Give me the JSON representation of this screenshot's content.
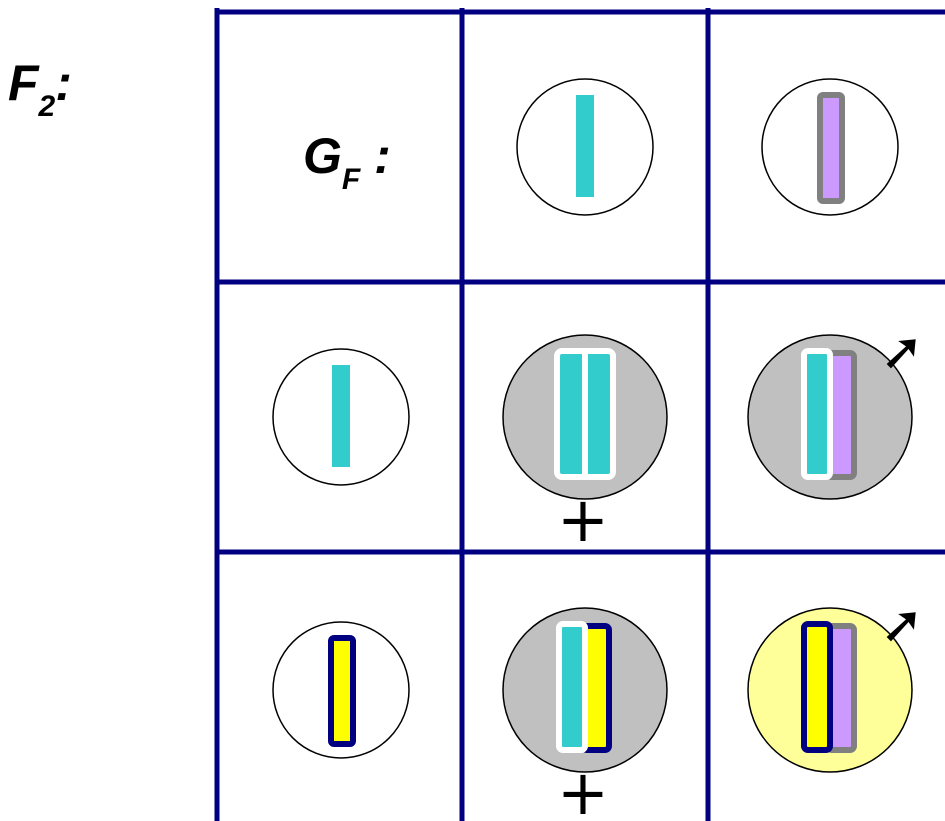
{
  "generation_label": {
    "letter": "F",
    "subscript": "2",
    "suffix": ":"
  },
  "gametes_label": {
    "letter": "G",
    "subscript": "F",
    "suffix": " :"
  },
  "colors": {
    "grid_line": "#000080",
    "cyan_chromosome": "#33CCCC",
    "purple_chromosome": "#CC99FF",
    "purple_outline": "#808080",
    "yellow_chromosome": "#FFFF00",
    "yellow_outline": "#000080",
    "white_outline": "#FFFFFF",
    "gray_cell": "#C0C0C0",
    "yellow_cell": "#FFFF99",
    "gamete_fill": "#FFFFFF"
  },
  "column_gametes": [
    {
      "name": "gamete-cyan",
      "chromosomes": [
        "cyan"
      ]
    },
    {
      "name": "gamete-purple",
      "chromosomes": [
        "purple"
      ]
    }
  ],
  "row_gametes": [
    {
      "name": "gamete-cyan",
      "chromosomes": [
        "cyan"
      ]
    },
    {
      "name": "gamete-yellow",
      "chromosomes": [
        "yellow"
      ]
    }
  ],
  "offspring": [
    [
      {
        "fill": "gray",
        "chromosomes": [
          "cyan",
          "cyan"
        ],
        "sex": "female"
      },
      {
        "fill": "gray",
        "chromosomes": [
          "cyan",
          "purple"
        ],
        "sex": "male"
      }
    ],
    [
      {
        "fill": "gray",
        "chromosomes": [
          "cyan",
          "yellow"
        ],
        "sex": "female"
      },
      {
        "fill": "yellow",
        "chromosomes": [
          "yellow",
          "purple"
        ],
        "sex": "male"
      }
    ]
  ],
  "sex_symbols": {
    "female": "+",
    "male": "➚"
  }
}
